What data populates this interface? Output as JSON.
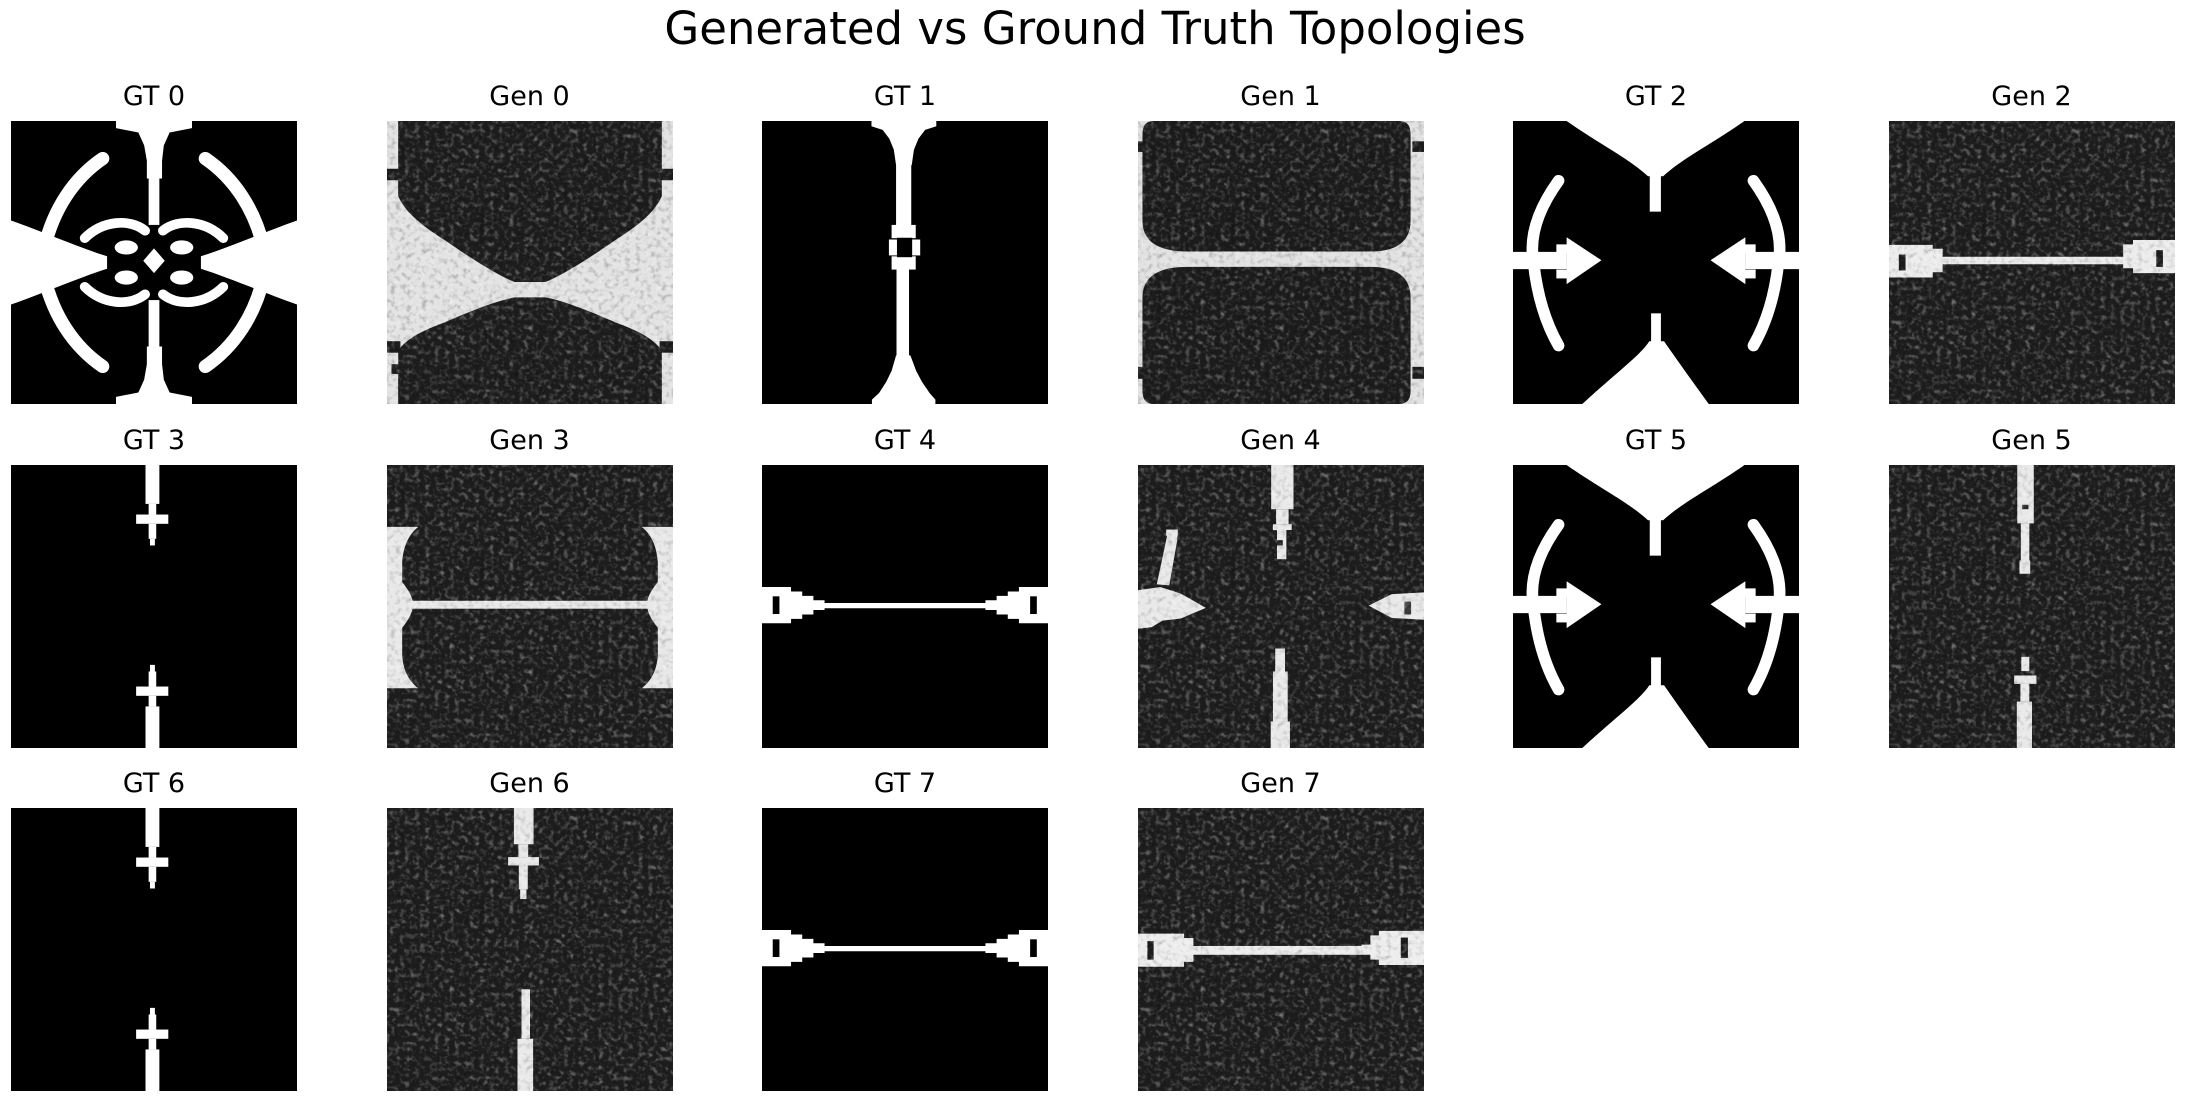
{
  "figure": {
    "title": "Generated vs Ground Truth Topologies",
    "background": "#ffffff",
    "title_color": "#000000"
  },
  "colors": {
    "gt_material": "#000000",
    "gt_void": "#ffffff",
    "gen_material_dark": "#1d1d1d",
    "gen_void_light": "#e6e6e6"
  },
  "grid": {
    "rows": 3,
    "cols": 6,
    "row_counts": [
      6,
      6,
      4
    ]
  },
  "panels": [
    {
      "label": "GT 0",
      "kind": "ground-truth",
      "pair": 0,
      "shape": "#sym-gt0",
      "pattern": "black butterfly/moth topology with white swirl channels, symmetric"
    },
    {
      "label": "Gen 0",
      "kind": "generated",
      "pair": 0,
      "shape": "#sym-gen0",
      "pattern": "noisy dark top and bottom blobs separated by light hourglass band below middle"
    },
    {
      "label": "GT 1",
      "kind": "ground-truth",
      "pair": 1,
      "shape": "#sym-gt1",
      "pattern": "black block with white vertical channel, funnels at top/bottom, black bridge at center"
    },
    {
      "label": "Gen 1",
      "kind": "generated",
      "pair": 1,
      "shape": "#sym-gen1",
      "pattern": "two noisy dark rounded rectangles separated by straight light band, edge nubs"
    },
    {
      "label": "GT 2",
      "kind": "ground-truth",
      "pair": 2,
      "shape": "#sym-gt2",
      "pattern": "black bowtie with white top/bottom notches, side arcs and inward arrows"
    },
    {
      "label": "Gen 2",
      "kind": "generated",
      "pair": 2,
      "shape": "#sym-gen2",
      "pattern": "noisy dark field with white horizontal dumbbell, pads with black ticks at edges"
    },
    {
      "label": "GT 3",
      "kind": "ground-truth",
      "pair": 3,
      "shape": "#sym-gt3",
      "pattern": "black block with short white slits and cross marks at top and bottom center"
    },
    {
      "label": "Gen 3",
      "kind": "generated",
      "pair": 3,
      "shape": "#sym-gen3",
      "pattern": "noisy dark field with white I-beam: side edge strips joined by thin mid line"
    },
    {
      "label": "GT 4",
      "kind": "ground-truth",
      "pair": 4,
      "shape": "#sym-gt4",
      "pattern": "black block with crisp white horizontal dumbbell, pads with black ticks"
    },
    {
      "label": "Gen 4",
      "kind": "generated",
      "pair": 4,
      "shape": "#sym-gen4",
      "pattern": "noisy dark field with vertical white strips top/bottom, left blob with diagonal arm, right arrow pad"
    },
    {
      "label": "GT 5",
      "kind": "ground-truth",
      "pair": 5,
      "shape": "#sym-gt2",
      "pattern": "black bowtie with white top/bottom notches, side arcs and inward arrows"
    },
    {
      "label": "Gen 5",
      "kind": "generated",
      "pair": 5,
      "shape": "#sym-gen5",
      "pattern": "noisy dark field with white vertical strip from top and stem with crossbar from bottom"
    },
    {
      "label": "GT 6",
      "kind": "ground-truth",
      "pair": 6,
      "shape": "#sym-gt3",
      "pattern": "black block with short white slits and cross marks at top and bottom center"
    },
    {
      "label": "Gen 6",
      "kind": "generated",
      "pair": 6,
      "shape": "#sym-gen6",
      "pattern": "noisy dark field with white slit and crossbar from top, stem widening to bottom edge"
    },
    {
      "label": "GT 7",
      "kind": "ground-truth",
      "pair": 7,
      "shape": "#sym-gt4",
      "pattern": "black block with crisp white horizontal dumbbell, pads with black ticks"
    },
    {
      "label": "Gen 7",
      "kind": "generated",
      "pair": 7,
      "shape": "#sym-gen7",
      "pattern": "noisy dark field with white horizontal dumbbell, pads with black ticks"
    }
  ],
  "chart_data": {
    "type": "heatmap",
    "title": "Generated vs Ground Truth Topologies",
    "layout": {
      "rows": 3,
      "cols": 6,
      "row_counts": [
        6,
        6,
        4
      ]
    },
    "colormap": "gray",
    "value_range": [
      0,
      1
    ],
    "subplots": [
      {
        "title": "GT 0",
        "style": "binary",
        "content": "symmetric moth-like black structure, white swirl voids, central slit, side wedges"
      },
      {
        "title": "Gen 0",
        "style": "noisy-grayscale",
        "content": "large dark blob above and below a light band located below vertical center; light side wedges; small dark nubs on edges"
      },
      {
        "title": "GT 1",
        "style": "binary",
        "content": "white vertical channel with top/bottom funnels through black block; black bridge interrupts channel at center"
      },
      {
        "title": "Gen 1",
        "style": "noisy-grayscale",
        "content": "two dark rounded rectangles separated by straight light horizontal band; dark nubs touch edges near corners"
      },
      {
        "title": "GT 2",
        "style": "binary",
        "content": "white V notch at top, vertical line, left/right white arcs, inward-pointing white arrows at mid-height, white V flare at bottom"
      },
      {
        "title": "Gen 2",
        "style": "noisy-grayscale",
        "content": "white horizontal dumbbell at mid-height: edge pads with black ticks tapering to thin connecting line"
      },
      {
        "title": "GT 3",
        "style": "binary",
        "content": "white slit from top edge ending in small cross; mirrored slit and cross from bottom edge; rest solid black"
      },
      {
        "title": "Gen 3",
        "style": "noisy-grayscale",
        "content": "white strips along left/right edges between 1/4 and 3/4 height, hooked ends, joined by thin white mid line"
      },
      {
        "title": "GT 4",
        "style": "binary",
        "content": "crisp white horizontal dumbbell: edge pads with black ticks, stepped taper, thin mid line"
      },
      {
        "title": "Gen 4",
        "style": "noisy-grayscale",
        "content": "white vertical strip from top with tick, white strip from bottom, irregular white left blob with diagonal arm, pointed white right pad with tick"
      },
      {
        "title": "GT 5",
        "style": "binary",
        "content": "same bowtie-with-arrows topology as GT 2"
      },
      {
        "title": "Gen 5",
        "style": "noisy-grayscale",
        "content": "white vertical strip from top narrowing to stem; from bottom a strip with small crossbar and tip"
      },
      {
        "title": "GT 6",
        "style": "binary",
        "content": "same slit-and-cross topology as GT 3"
      },
      {
        "title": "Gen 6",
        "style": "noisy-grayscale",
        "content": "white slit with crossbar descending from top; narrow stem widening into strip reaching bottom edge"
      },
      {
        "title": "GT 7",
        "style": "binary",
        "content": "same horizontal dumbbell topology as GT 4"
      },
      {
        "title": "Gen 7",
        "style": "noisy-grayscale",
        "content": "noisy version of horizontal dumbbell with chunky edge pads and black ticks"
      }
    ]
  }
}
